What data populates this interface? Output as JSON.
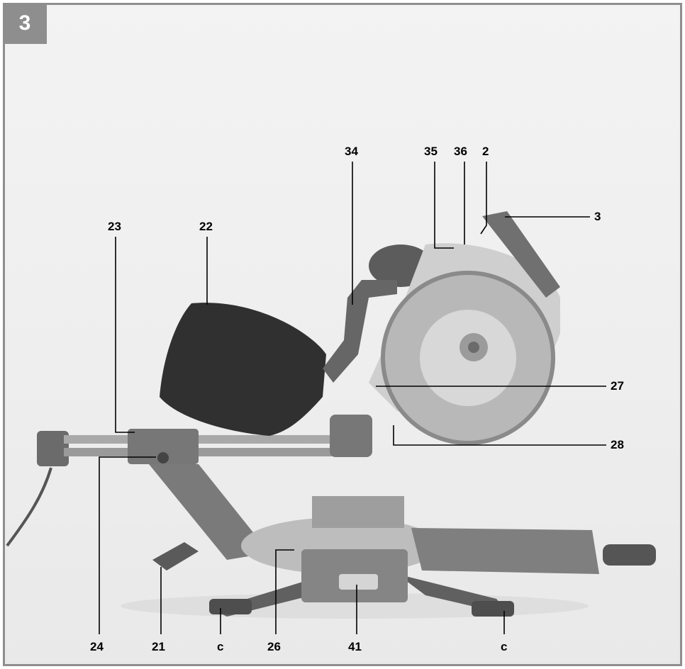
{
  "figure": {
    "number": "3"
  },
  "callouts": {
    "c34": "34",
    "c35": "35",
    "c36": "36",
    "c2": "2",
    "c3": "3",
    "c23": "23",
    "c22": "22",
    "c27": "27",
    "c28": "28",
    "c24": "24",
    "c21": "21",
    "c_left": "c",
    "c26": "26",
    "c41": "41",
    "c_right": "c"
  }
}
